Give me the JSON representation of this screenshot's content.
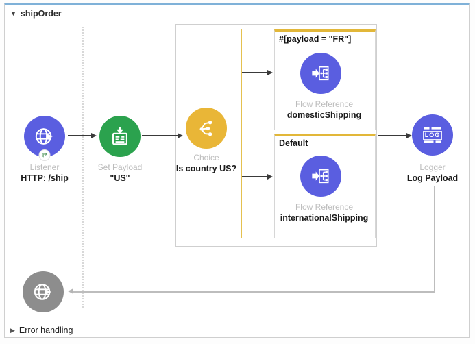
{
  "flow": {
    "title": "shipOrder",
    "collapse_glyph": "▼"
  },
  "error_handling": {
    "title": "Error handling",
    "collapse_glyph": "▶"
  },
  "nodes": {
    "listener": {
      "type": "Listener",
      "name": "HTTP: /ship",
      "badge": "⇄",
      "icon": "globe-arrow-icon",
      "color": "#5a5ee0"
    },
    "set_payload": {
      "type": "Set Payload",
      "name": "\"US\"",
      "icon": "document-arrow-icon",
      "color": "#2ba24e"
    },
    "choice": {
      "type": "Choice",
      "name": "Is country US?",
      "icon": "branch-icon",
      "color": "#e9b637"
    },
    "domestic_flow_ref": {
      "type": "Flow Reference",
      "name": "domesticShipping",
      "icon": "flow-reference-icon",
      "color": "#5a5ee0"
    },
    "international_flow_ref": {
      "type": "Flow Reference",
      "name": "internationalShipping",
      "icon": "flow-reference-icon",
      "color": "#5a5ee0"
    },
    "logger": {
      "type": "Logger",
      "name": "Log Payload",
      "icon_text": "LOG",
      "icon": "log-lines-icon",
      "color": "#5a5ee0"
    },
    "error_source": {
      "icon": "globe-arrow-icon",
      "color": "#8d8d8d"
    }
  },
  "choice_router": {
    "when_label": "#[payload = \"FR\"]",
    "default_label": "Default"
  },
  "colors": {
    "connector_blue": "#5a5ee0",
    "transform_green": "#2ba24e",
    "router_yellow": "#e9b637",
    "error_gray": "#8d8d8d",
    "scope_accent": "#e2b739",
    "flow_top_border": "#7fb1d8",
    "arrow_dark": "#3a3a3a",
    "return_line_gray": "#bdbdbd"
  }
}
